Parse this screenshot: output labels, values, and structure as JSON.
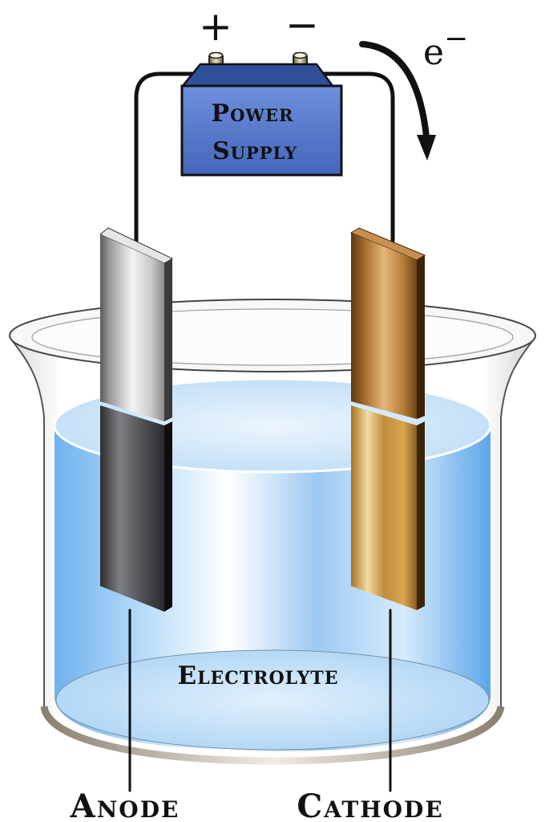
{
  "title": "Electrolytic cell",
  "power_supply": {
    "line1": "Power",
    "line2": "Supply",
    "positive_sign": "+",
    "negative_sign": "−",
    "color": "#4f73c6"
  },
  "electron_flow": {
    "label_base": "e",
    "label_sup": "−",
    "icon": "curved-arrow-down"
  },
  "electrodes": {
    "anode": {
      "label": "Anode",
      "material_color": "#b8b8b8"
    },
    "cathode": {
      "label": "Cathode",
      "material_color": "#b9822f"
    }
  },
  "solution": {
    "label": "Electrolyte",
    "color": "#9fd0f5"
  }
}
